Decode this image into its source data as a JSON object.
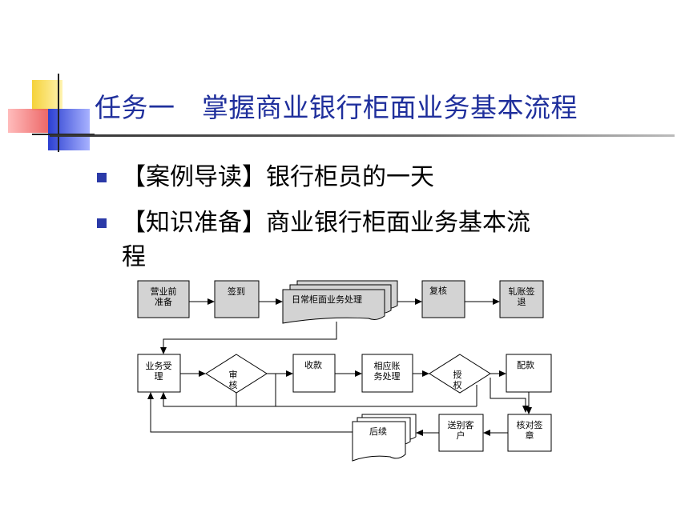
{
  "title": "任务一　掌握商业银行柜面业务基本流程",
  "bullets": [
    {
      "text": "【案例导读】银行柜员的一天"
    },
    {
      "line1": "【知识准备】商业银行柜面业务基本流",
      "line2": "程"
    }
  ],
  "flow": {
    "row1": {
      "pre_business": [
        "营业前",
        "准备"
      ],
      "sign_in": "签到",
      "daily": "日常柜面业务处理",
      "review": "复核",
      "close": [
        "轧账签",
        "退"
      ]
    },
    "row2": {
      "accept": [
        "业务受",
        "理"
      ],
      "audit": [
        "审",
        "核"
      ],
      "collect": "收款",
      "accounting": [
        "相应账",
        "务处理"
      ],
      "authorize": [
        "授",
        "权"
      ],
      "allocate": "配款"
    },
    "row3": {
      "followup": "后续",
      "deliver": [
        "送别客",
        "户"
      ],
      "verify": [
        "核对签",
        "章"
      ]
    }
  }
}
